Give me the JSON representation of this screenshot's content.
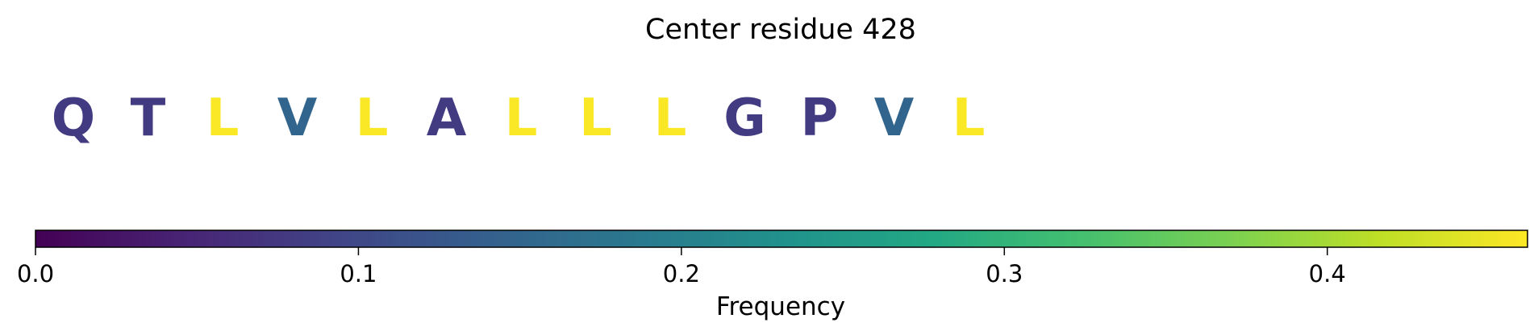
{
  "chart_data": {
    "type": "sequence-logo",
    "title": "Center residue 428",
    "residues": [
      {
        "letter": "Q",
        "frequency": 0.08
      },
      {
        "letter": "T",
        "frequency": 0.08
      },
      {
        "letter": "L",
        "frequency": 0.46
      },
      {
        "letter": "V",
        "frequency": 0.15
      },
      {
        "letter": "L",
        "frequency": 0.46
      },
      {
        "letter": "A",
        "frequency": 0.08
      },
      {
        "letter": "L",
        "frequency": 0.46
      },
      {
        "letter": "L",
        "frequency": 0.46
      },
      {
        "letter": "L",
        "frequency": 0.46
      },
      {
        "letter": "G",
        "frequency": 0.08
      },
      {
        "letter": "P",
        "frequency": 0.08
      },
      {
        "letter": "V",
        "frequency": 0.15
      },
      {
        "letter": "L",
        "frequency": 0.46
      }
    ],
    "colorbar": {
      "colormap": "viridis",
      "range": [
        0,
        0.462
      ],
      "ticks": [
        0.0,
        0.1,
        0.2,
        0.3,
        0.4
      ],
      "tick_labels": [
        "0.0",
        "0.1",
        "0.2",
        "0.3",
        "0.4"
      ],
      "label": "Frequency"
    }
  }
}
